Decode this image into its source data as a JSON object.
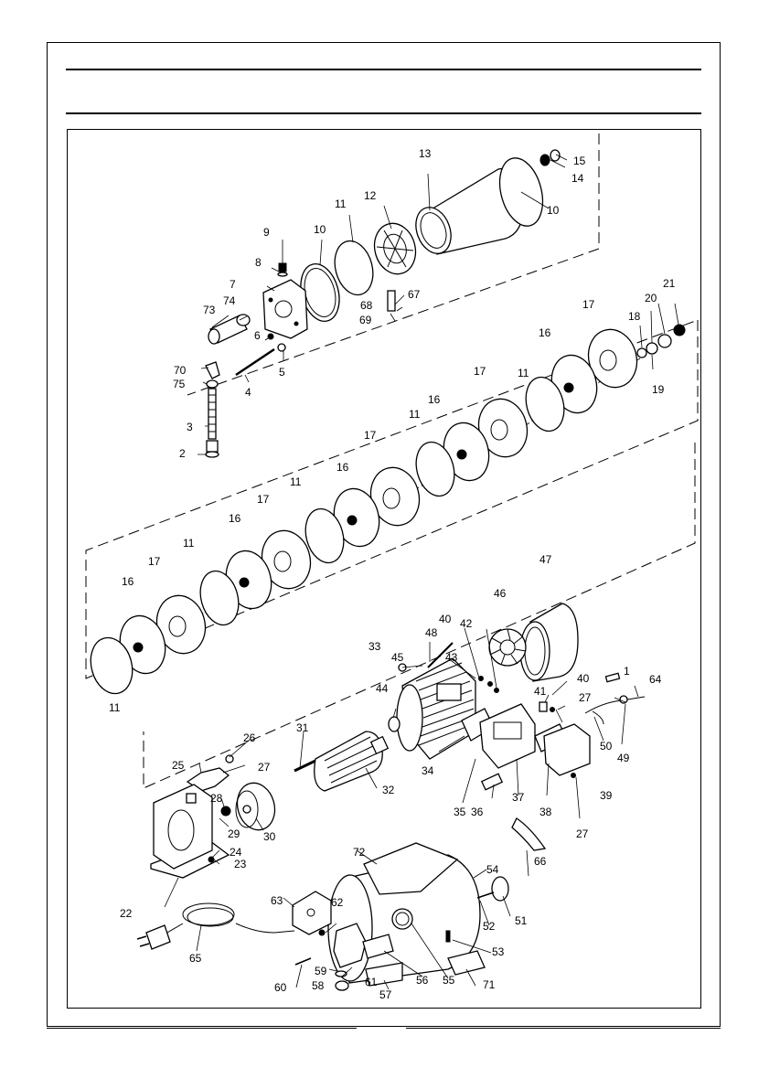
{
  "diagram": {
    "part_numbers": [
      {
        "id": "1"
      },
      {
        "id": "2"
      },
      {
        "id": "3"
      },
      {
        "id": "4"
      },
      {
        "id": "5"
      },
      {
        "id": "6"
      },
      {
        "id": "7"
      },
      {
        "id": "8"
      },
      {
        "id": "9"
      },
      {
        "id": "10"
      },
      {
        "id": "11"
      },
      {
        "id": "12"
      },
      {
        "id": "13"
      },
      {
        "id": "14"
      },
      {
        "id": "15"
      },
      {
        "id": "16"
      },
      {
        "id": "17"
      },
      {
        "id": "18"
      },
      {
        "id": "19"
      },
      {
        "id": "20"
      },
      {
        "id": "21"
      },
      {
        "id": "22"
      },
      {
        "id": "23"
      },
      {
        "id": "24"
      },
      {
        "id": "25"
      },
      {
        "id": "26"
      },
      {
        "id": "27"
      },
      {
        "id": "28"
      },
      {
        "id": "29"
      },
      {
        "id": "30"
      },
      {
        "id": "31"
      },
      {
        "id": "32"
      },
      {
        "id": "33"
      },
      {
        "id": "34"
      },
      {
        "id": "35"
      },
      {
        "id": "36"
      },
      {
        "id": "37"
      },
      {
        "id": "38"
      },
      {
        "id": "39"
      },
      {
        "id": "40"
      },
      {
        "id": "41"
      },
      {
        "id": "42"
      },
      {
        "id": "43"
      },
      {
        "id": "44"
      },
      {
        "id": "45"
      },
      {
        "id": "46"
      },
      {
        "id": "47"
      },
      {
        "id": "48"
      },
      {
        "id": "49"
      },
      {
        "id": "50"
      },
      {
        "id": "51"
      },
      {
        "id": "52"
      },
      {
        "id": "53"
      },
      {
        "id": "54"
      },
      {
        "id": "55"
      },
      {
        "id": "56"
      },
      {
        "id": "57"
      },
      {
        "id": "58"
      },
      {
        "id": "59"
      },
      {
        "id": "60"
      },
      {
        "id": "61"
      },
      {
        "id": "62"
      },
      {
        "id": "63"
      },
      {
        "id": "64"
      },
      {
        "id": "65"
      },
      {
        "id": "66"
      },
      {
        "id": "67"
      },
      {
        "id": "68"
      },
      {
        "id": "69"
      },
      {
        "id": "70"
      },
      {
        "id": "71"
      },
      {
        "id": "72"
      },
      {
        "id": "73"
      },
      {
        "id": "74"
      },
      {
        "id": "75"
      }
    ]
  }
}
